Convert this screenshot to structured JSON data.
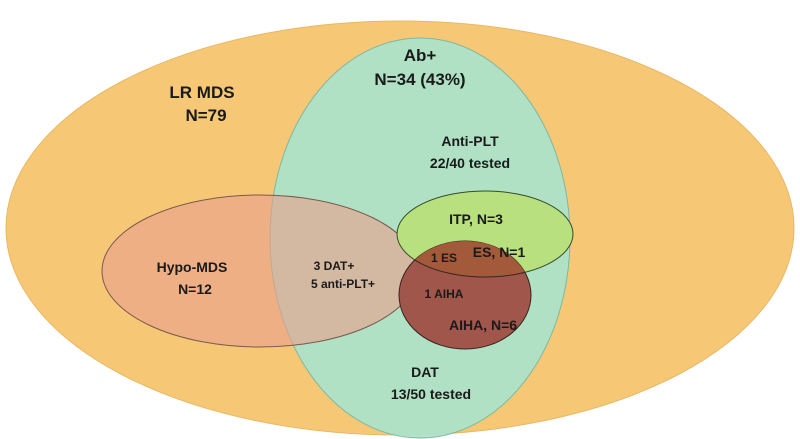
{
  "diagram": {
    "sets": [
      {
        "id": "lr_mds",
        "title": "LR MDS",
        "count": "N=79",
        "fill": "#f6c876",
        "stroke": "#e8b865"
      },
      {
        "id": "ab_plus",
        "title": "Ab+",
        "count": "N=34 (43%)",
        "fill": "#a9e3cc",
        "stroke": "#7fb7a1"
      },
      {
        "id": "hypo_mds",
        "title": "Hypo-MDS",
        "count": "N=12",
        "fill": "#e9a08c",
        "stroke": "#7a5a4e"
      },
      {
        "id": "itp",
        "title": "ITP, N=3",
        "fill": "#b8e07f",
        "stroke": "#334d2a"
      },
      {
        "id": "aiha",
        "title": "AIHA, N=6",
        "fill": "#a0564a",
        "stroke": "#3a2420"
      }
    ],
    "labels": {
      "anti_plt_title": "Anti-PLT",
      "anti_plt_tested": "22/40 tested",
      "dat_title": "DAT",
      "dat_tested": "13/50 tested",
      "overlap_dat": "3 DAT+",
      "overlap_antiplt": "5 anti-PLT+",
      "es_label": "ES, N=1",
      "one_es": "1 ES",
      "one_aiha": "1 AIHA"
    }
  }
}
